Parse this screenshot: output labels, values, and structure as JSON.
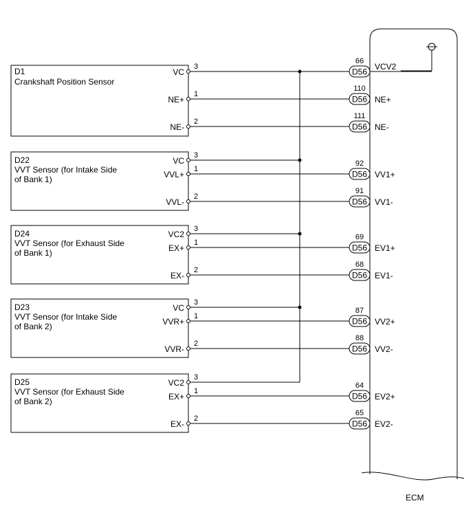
{
  "ecm": {
    "label": "ECM",
    "connector": "D56",
    "pins": [
      {
        "num": "66",
        "name": "VCV2"
      },
      {
        "num": "110",
        "name": "NE+"
      },
      {
        "num": "111",
        "name": "NE-"
      },
      {
        "num": "92",
        "name": "VV1+"
      },
      {
        "num": "91",
        "name": "VV1-"
      },
      {
        "num": "69",
        "name": "EV1+"
      },
      {
        "num": "68",
        "name": "EV1-"
      },
      {
        "num": "87",
        "name": "VV2+"
      },
      {
        "num": "88",
        "name": "VV2-"
      },
      {
        "num": "64",
        "name": "EV2+"
      },
      {
        "num": "65",
        "name": "EV2-"
      }
    ]
  },
  "sensors": [
    {
      "id": "D1",
      "name": [
        "Crankshaft Position Sensor"
      ],
      "pins": [
        {
          "label": "VC",
          "num": "3"
        },
        {
          "label": "NE+",
          "num": "1"
        },
        {
          "label": "NE-",
          "num": "2"
        }
      ]
    },
    {
      "id": "D22",
      "name": [
        "VVT Sensor (for Intake Side",
        "of Bank 1)"
      ],
      "pins": [
        {
          "label": "VC",
          "num": "3"
        },
        {
          "label": "VVL+",
          "num": "1"
        },
        {
          "label": "VVL-",
          "num": "2"
        }
      ]
    },
    {
      "id": "D24",
      "name": [
        "VVT Sensor (for Exhaust Side",
        "of Bank 1)"
      ],
      "pins": [
        {
          "label": "VC2",
          "num": "3"
        },
        {
          "label": "EX+",
          "num": "1"
        },
        {
          "label": "EX-",
          "num": "2"
        }
      ]
    },
    {
      "id": "D23",
      "name": [
        "VVT Sensor (for Intake Side",
        "of Bank 2)"
      ],
      "pins": [
        {
          "label": "VC",
          "num": "3"
        },
        {
          "label": "VVR+",
          "num": "1"
        },
        {
          "label": "VVR-",
          "num": "2"
        }
      ]
    },
    {
      "id": "D25",
      "name": [
        "VVT Sensor (for Exhaust Side",
        "of Bank 2)"
      ],
      "pins": [
        {
          "label": "VC2",
          "num": "3"
        },
        {
          "label": "EX+",
          "num": "1"
        },
        {
          "label": "EX-",
          "num": "2"
        }
      ]
    }
  ]
}
